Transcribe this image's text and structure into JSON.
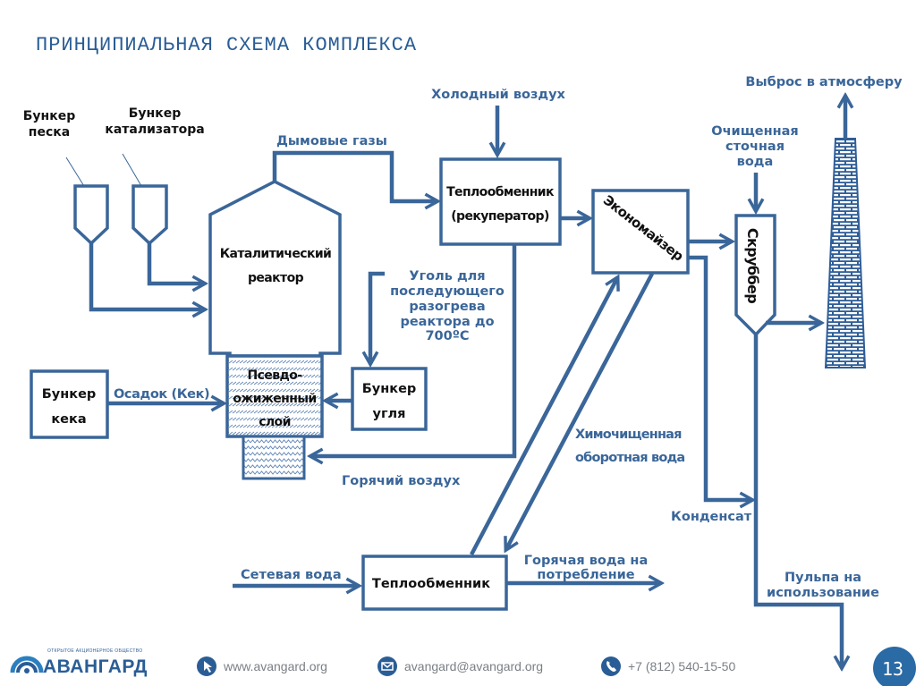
{
  "slide": {
    "title": "ПРИНЦИПИАЛЬНАЯ СХЕМА КОМПЛЕКСА",
    "page_number": "13",
    "accent_color": "#3a6699",
    "title_color": "#2a5d96"
  },
  "equipment": {
    "sand_bunker": [
      "Бункер",
      "песка"
    ],
    "catalyst_bunker": [
      "Бункер",
      "катализатора"
    ],
    "reactor": [
      "Каталитический",
      "реактор"
    ],
    "fluidized_layer": [
      "Псевдо-",
      "ожиженный",
      "слой"
    ],
    "cake_bunker": [
      "Бункер",
      "кека"
    ],
    "coal_bunker": [
      "Бункер",
      "угля"
    ],
    "recuperator": [
      "Теплообменник",
      "(рекуператор)"
    ],
    "economizer": "Экономайзер",
    "scrubber": "Скруббер",
    "heat_exchanger": "Теплообменник"
  },
  "flows": {
    "flue_gases": "Дымовые газы",
    "cold_air": "Холодный воздух",
    "coal_note": [
      "Уголь для",
      "последующего",
      "разогрева",
      "реактора до",
      "700ºС"
    ],
    "sediment": "Осадок (Кек)",
    "hot_air": "Горячий воздух",
    "chem_water": [
      "Химочищенная",
      "оборотная вода"
    ],
    "emission": "Выброс в атмосферу",
    "treated_water": [
      "Очищенная",
      "сточная",
      "вода"
    ],
    "condensate": "Конденсат",
    "network_water": "Сетевая вода",
    "hot_water": [
      "Горячая вода на",
      "потребление"
    ],
    "pulp": [
      "Пульпа на",
      "использование"
    ]
  },
  "footer": {
    "logo_small": "ОТКРЫТОЕ АКЦИОНЕРНОЕ ОБЩЕСТВО",
    "logo_name": "АВАНГАРД",
    "website": "www.avangard.org",
    "email": "avangard@avangard.org",
    "phone": "+7 (812) 540-15-50",
    "icons": [
      "cursor-icon",
      "envelope-icon",
      "phone-icon"
    ]
  }
}
